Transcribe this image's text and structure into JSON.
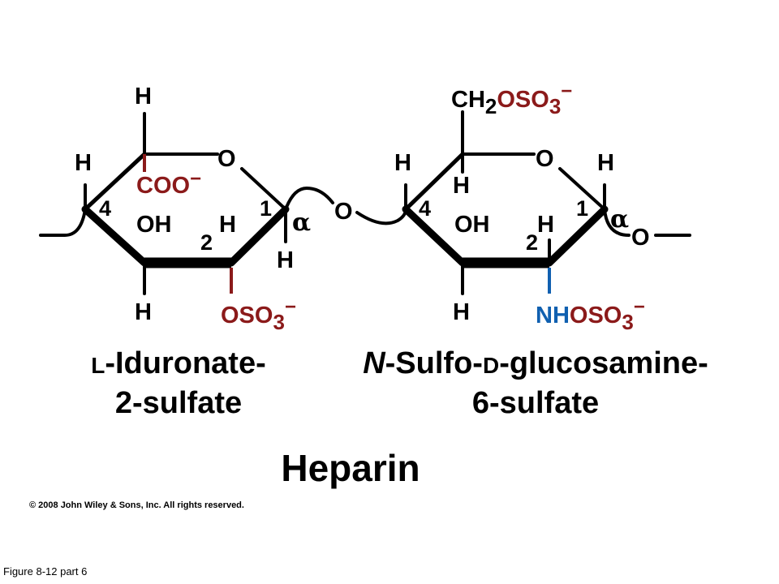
{
  "colors": {
    "red": "#8b1a1a",
    "blue": "#1060b0",
    "black": "#000000"
  },
  "left_ring": {
    "top_h": "H",
    "c5_h": "H",
    "carboxylate": "COO",
    "carboxylate_charge": "−",
    "ring_o": "O",
    "c4": "4",
    "c4_oh": "OH",
    "c3_h": "H",
    "c2": "2",
    "c1": "1",
    "anomer": "α",
    "c1_h": "H",
    "c4_bottom_h": "H",
    "sulfate_prefix": "OSO",
    "sulfate_sub": "3",
    "sulfate_charge": "−"
  },
  "glycosidic_o": "O",
  "right_ring": {
    "c6_prefix": "CH",
    "c6_sub": "2",
    "c6_sulfate": "OSO",
    "c6_sulfate_sub": "3",
    "c6_charge": "−",
    "c4_h": "H",
    "c5_h": "H",
    "ring_o": "O",
    "c1_h": "H",
    "c4": "4",
    "c4_oh": "OH",
    "c3_h": "H",
    "c2": "2",
    "c1": "1",
    "anomer": "α",
    "c1_o": "O",
    "c3_bottom_h": "H",
    "nh": "NH",
    "n_sulfate": "OSO",
    "n_sulfate_sub": "3",
    "n_charge": "−"
  },
  "captions": {
    "left_prefix": "L",
    "left_line1": "-Iduronate-",
    "left_line2": "2-sulfate",
    "right_n": "N",
    "right_mid1": "-Sulfo-",
    "right_d": "D",
    "right_mid2": "-glucosamine-",
    "right_line2": "6-sulfate"
  },
  "title": "Heparin",
  "copyright": "© 2008 John Wiley & Sons, Inc. All rights reserved.",
  "figure_label": "Figure 8-12 part 6"
}
